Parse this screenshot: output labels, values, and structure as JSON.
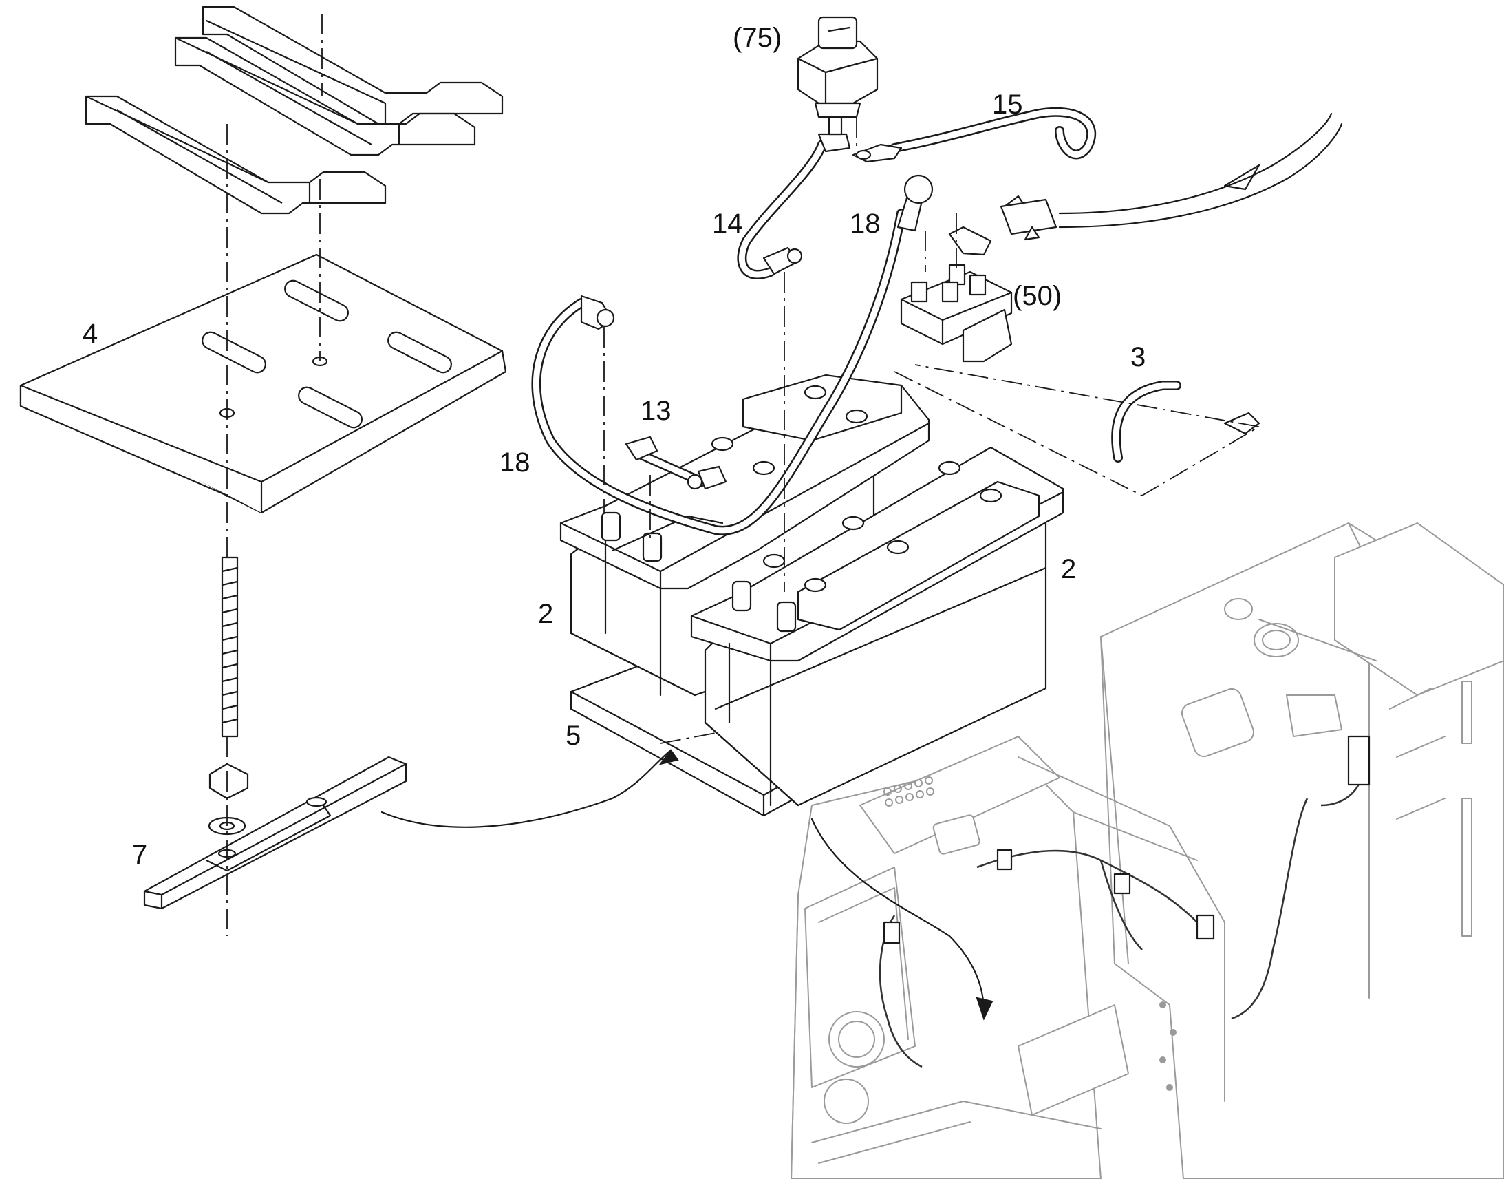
{
  "callouts": {
    "c75": "(75)",
    "c15": "15",
    "c14": "14",
    "c18a": "18",
    "c50": "(50)",
    "c4": "4",
    "c3": "3",
    "c13": "13",
    "c18b": "18",
    "c2a": "2",
    "c2b": "2",
    "c5": "5",
    "c7": "7"
  }
}
